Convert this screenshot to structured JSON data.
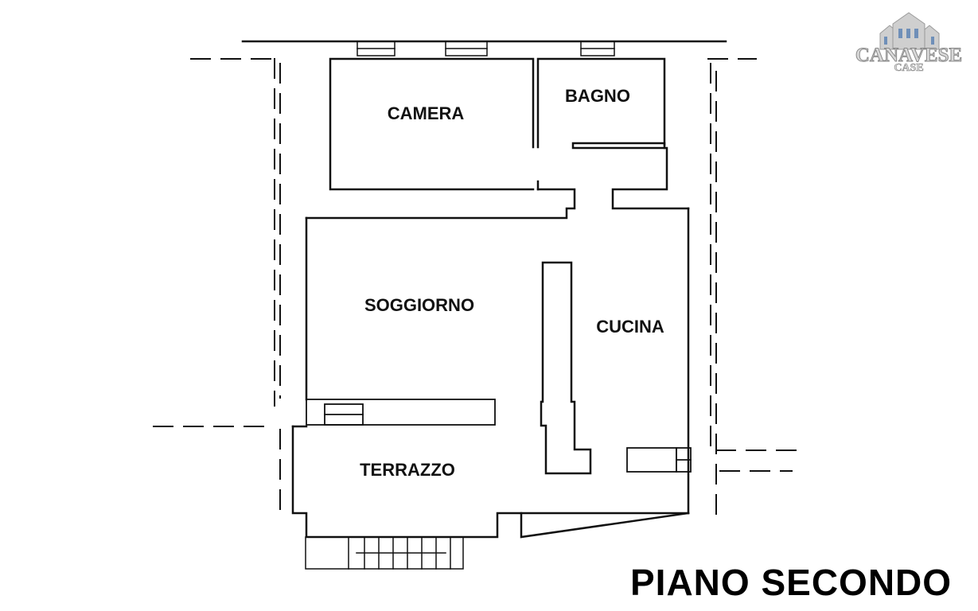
{
  "rooms": {
    "camera": "CAMERA",
    "bagno": "BAGNO",
    "soggiorno": "SOGGIORNO",
    "cucina": "CUCINA",
    "terrazzo": "TERRAZZO"
  },
  "floor_title": "PIANO SECONDO",
  "logo": {
    "brand": "CANAVESE",
    "sub": "CASE"
  },
  "colors": {
    "wall": "#111111",
    "logo_fill": "#d9d9d9",
    "logo_stroke": "#8a8a8a"
  }
}
